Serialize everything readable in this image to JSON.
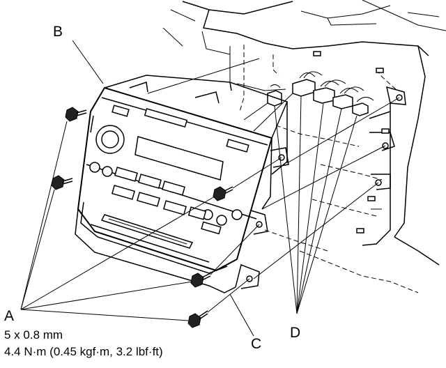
{
  "labels": {
    "b": "B",
    "a": "A",
    "c": "C",
    "d": "D"
  },
  "fastener_spec": {
    "size": "5 x 0.8 mm",
    "torque": "4.4 N·m (0.45 kgf·m, 3.2 lbf·ft)"
  }
}
